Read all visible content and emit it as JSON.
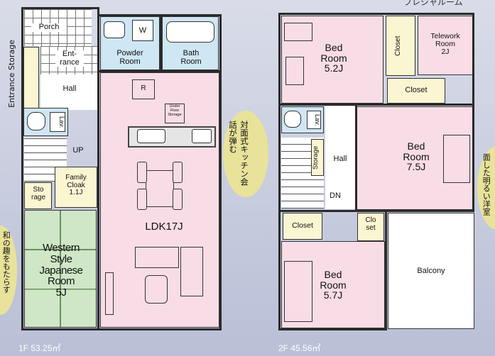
{
  "banner": {
    "top_right_text": "フレシャルーム"
  },
  "floor1": {
    "area_label": "1F 53.25㎡",
    "side_label": "Entrance Storage",
    "rooms": {
      "porch": "Porch",
      "entrance": "Ent-\nrance",
      "hall": "Hall",
      "lav": "Lav.",
      "up": "UP",
      "storage": "Sto\nrage",
      "family_cloak": "Family\nCloak\n1.1J",
      "western_japanese": "Western\nStyle\nJapanese\nRoom\n5J",
      "powder": "Powder\nRoom",
      "washer": "W",
      "bath": "Bath\nRoom",
      "fridge": "R",
      "under_floor": "Under\nFloor\nStorage",
      "ldk": "LDK17J"
    }
  },
  "floor2": {
    "area_label": "2F 45.56㎡",
    "rooms": {
      "bed1": "Bed\nRoom\n5.2J",
      "closet1": "Closet",
      "telework": "Telework\nRoom\n2J",
      "closet2": "Closet",
      "lav": "Lav.",
      "storage": "Storage",
      "hall": "Hall",
      "dn": "DN",
      "bed2": "Bed\nRoom\n7.5J",
      "closet3": "Closet",
      "closet4": "Clo\nset",
      "bed3": "Bed\nRoom\n5.7J",
      "balcony": "Balcony"
    }
  },
  "callouts": {
    "kitchen": "対面式キッチン会話が弾む",
    "western": "面した明るい洋室",
    "japanese": "和の趣をもたらす"
  },
  "colors": {
    "pink": "#f9dde6",
    "blue": "#cfe6f4",
    "green": "#cfe7c6",
    "cream": "#fbf6d2",
    "white": "#ffffff",
    "callout": "#e9e29a"
  }
}
